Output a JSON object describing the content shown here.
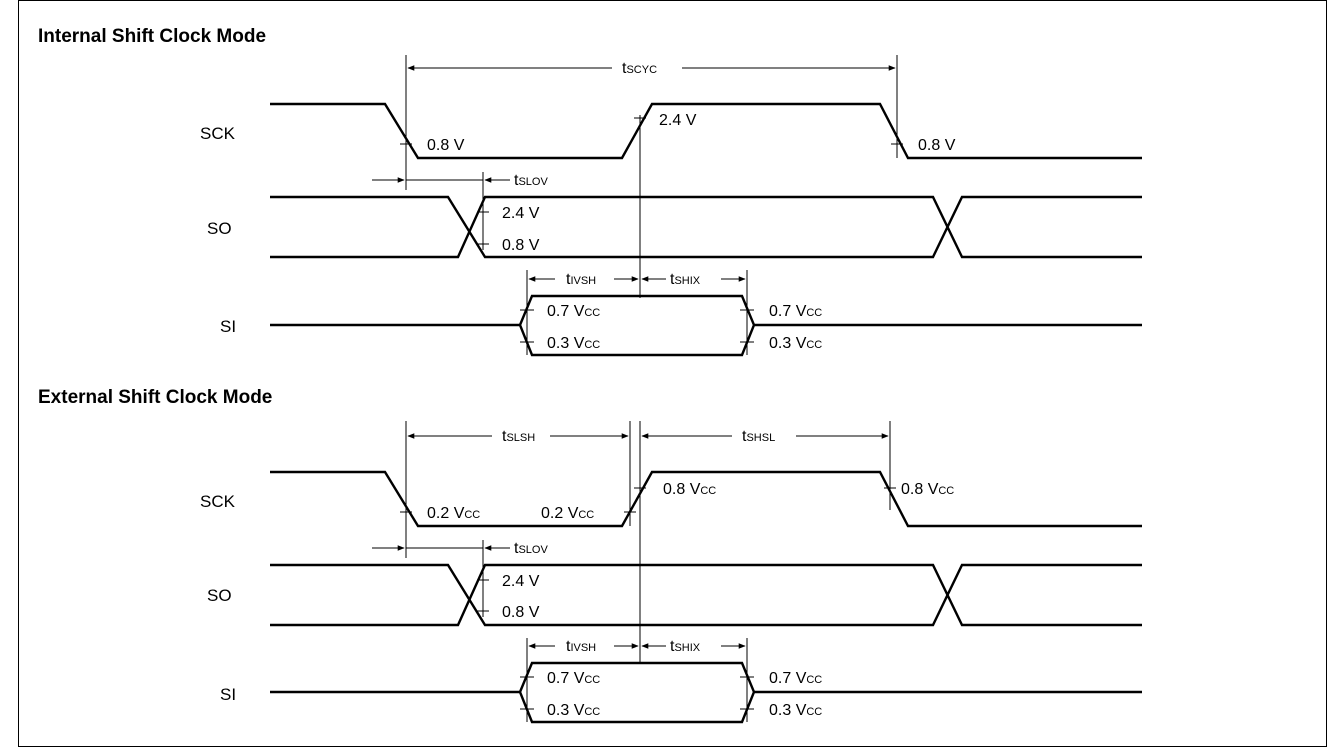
{
  "sections": [
    {
      "heading": "Internal Shift Clock Mode",
      "signals": {
        "sck": "SCK",
        "so": "SO",
        "si": "SI"
      },
      "timing": {
        "cycle": {
          "main": "t",
          "sub": "SCYC"
        },
        "slov": {
          "main": "t",
          "sub": "SLOV"
        },
        "ivsh": {
          "main": "t",
          "sub": "IVSH"
        },
        "shix": {
          "main": "t",
          "sub": "SHIX"
        }
      },
      "levels": {
        "sck_fall": {
          "value": "0.8 V",
          "unit": ""
        },
        "sck_rise": {
          "value": "2.4 V",
          "unit": ""
        },
        "sck_fall2": {
          "value": "0.8 V",
          "unit": ""
        },
        "so_high": {
          "value": "2.4 V",
          "unit": ""
        },
        "so_low": {
          "value": "0.8 V",
          "unit": ""
        },
        "si_high_l": {
          "value": "0.7 V",
          "unit": "CC"
        },
        "si_low_l": {
          "value": "0.3 V",
          "unit": "CC"
        },
        "si_high_r": {
          "value": "0.7 V",
          "unit": "CC"
        },
        "si_low_r": {
          "value": "0.3 V",
          "unit": "CC"
        }
      }
    },
    {
      "heading": "External Shift Clock Mode",
      "signals": {
        "sck": "SCK",
        "so": "SO",
        "si": "SI"
      },
      "timing": {
        "slsh": {
          "main": "t",
          "sub": "SLSH"
        },
        "shsl": {
          "main": "t",
          "sub": "SHSL"
        },
        "slov": {
          "main": "t",
          "sub": "SLOV"
        },
        "ivsh": {
          "main": "t",
          "sub": "IVSH"
        },
        "shix": {
          "main": "t",
          "sub": "SHIX"
        }
      },
      "levels": {
        "sck_fall": {
          "value": "0.2 V",
          "unit": "CC"
        },
        "sck_low_r": {
          "value": "0.2 V",
          "unit": "CC"
        },
        "sck_rise": {
          "value": "0.8 V",
          "unit": "CC"
        },
        "sck_fall2": {
          "value": "0.8 V",
          "unit": "CC"
        },
        "so_high": {
          "value": "2.4 V",
          "unit": ""
        },
        "so_low": {
          "value": "0.8 V",
          "unit": ""
        },
        "si_high_l": {
          "value": "0.7 V",
          "unit": "CC"
        },
        "si_low_l": {
          "value": "0.3 V",
          "unit": "CC"
        },
        "si_high_r": {
          "value": "0.7 V",
          "unit": "CC"
        },
        "si_low_r": {
          "value": "0.3 V",
          "unit": "CC"
        }
      }
    }
  ]
}
